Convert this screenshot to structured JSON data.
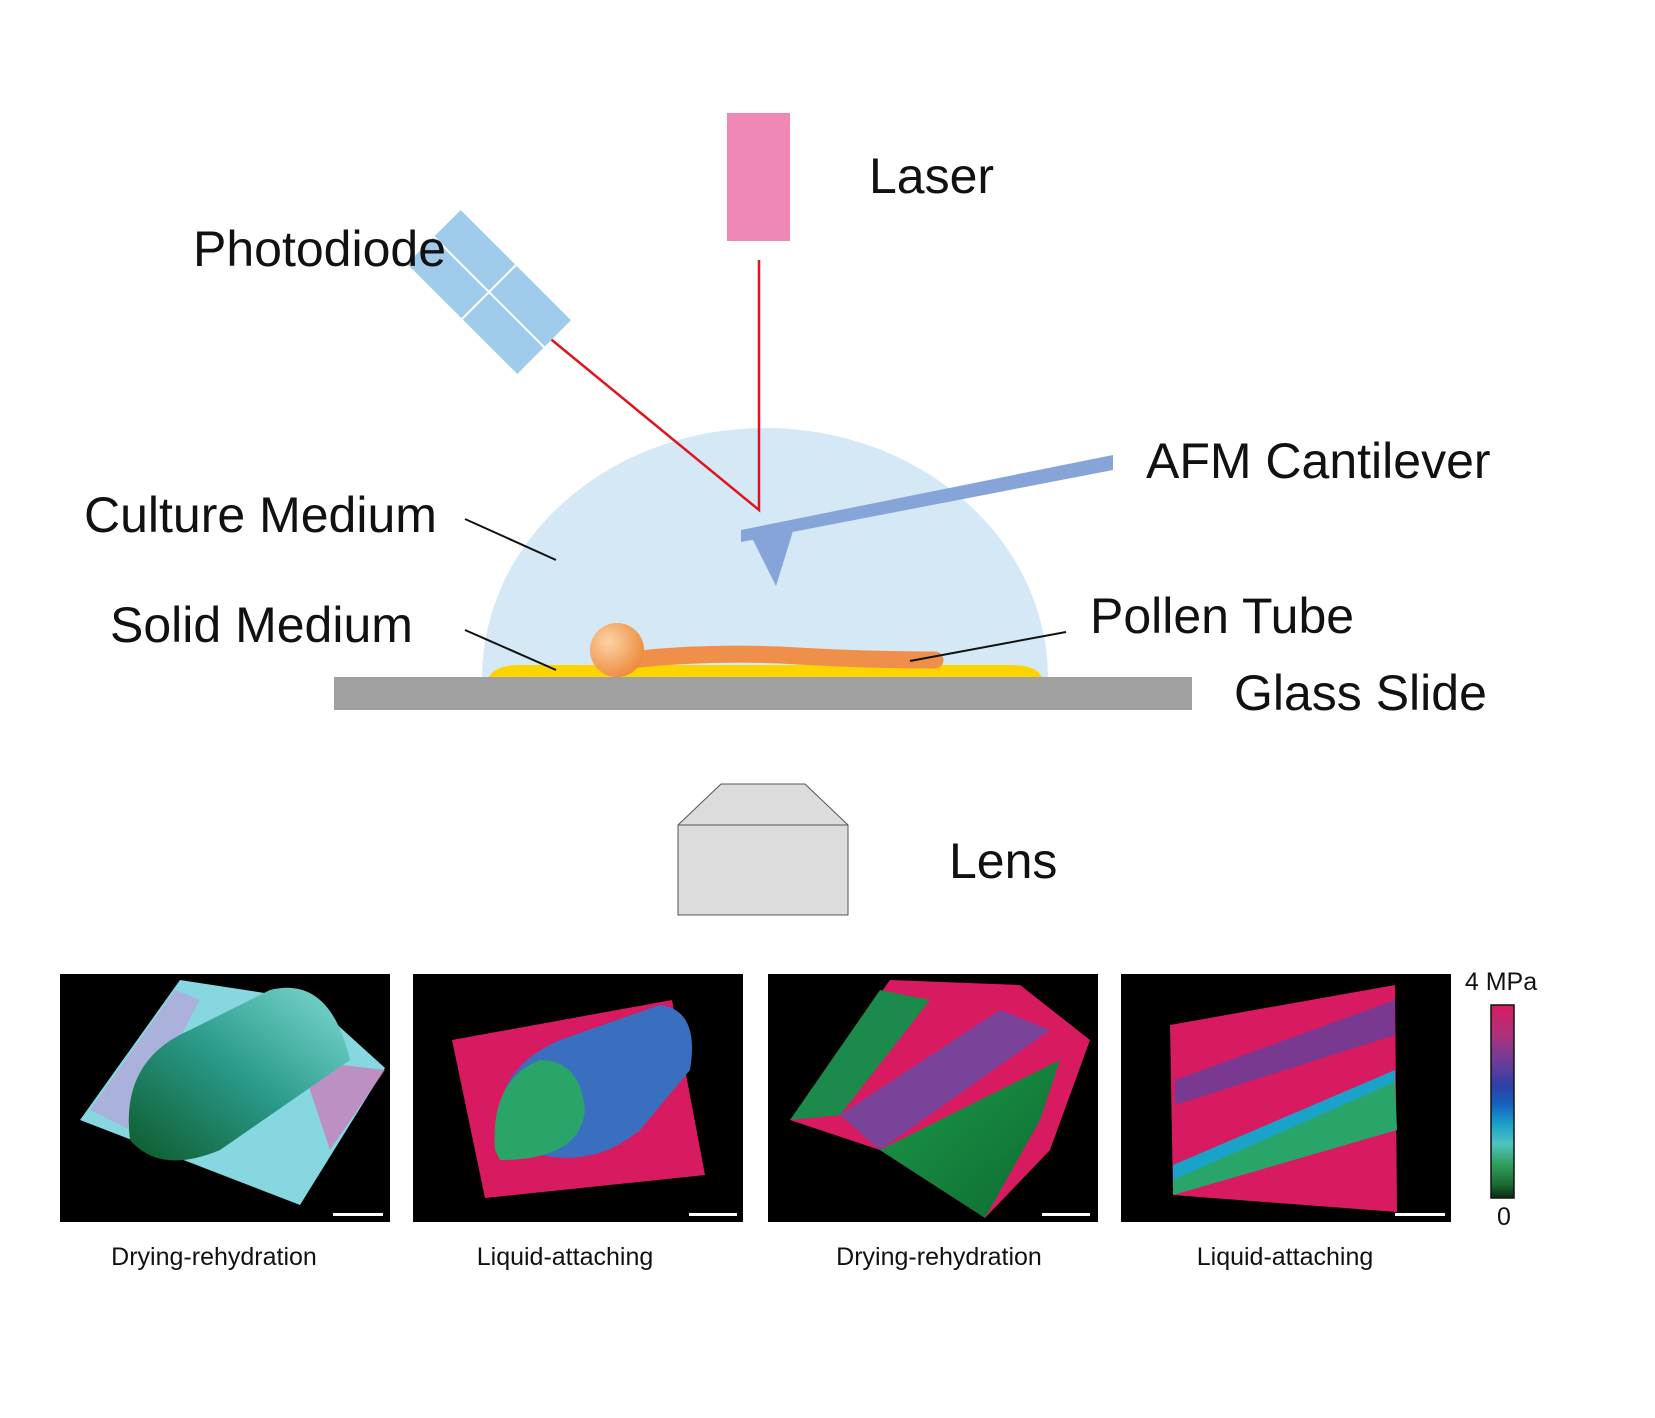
{
  "labels": {
    "laser": "Laser",
    "photodiode": "Photodiode",
    "afm_cantilever": "AFM Cantilever",
    "culture_medium": "Culture Medium",
    "solid_medium": "Solid Medium",
    "pollen_tube": "Pollen Tube",
    "glass_slide": "Glass Slide",
    "lens": "Lens"
  },
  "panels": [
    {
      "caption": "Drying-rehydration"
    },
    {
      "caption": "Liquid-attaching"
    },
    {
      "caption": "Drying-rehydration"
    },
    {
      "caption": "Liquid-attaching"
    }
  ],
  "colorbar": {
    "max_label": "4 MPa",
    "min_label": "0",
    "colors": [
      "#d81b60",
      "#b0317a",
      "#6a3d9a",
      "#2d3fa6",
      "#1565c0",
      "#1aa3c8",
      "#4fc3c0",
      "#2e9e5b",
      "#1b6b35",
      "#0a2a12"
    ]
  },
  "colors": {
    "laser_beam": "#e0141e",
    "laser_box": "#ef88b4",
    "photodiode": "#a0ccec",
    "medium_dome": "#d5e8f5",
    "cantilever": "#86a4d8",
    "solid_medium": "#fcd400",
    "glass_slide": "#a0a0a0",
    "pollen": "#ef8f4a",
    "lens": "#dcdcdc"
  }
}
